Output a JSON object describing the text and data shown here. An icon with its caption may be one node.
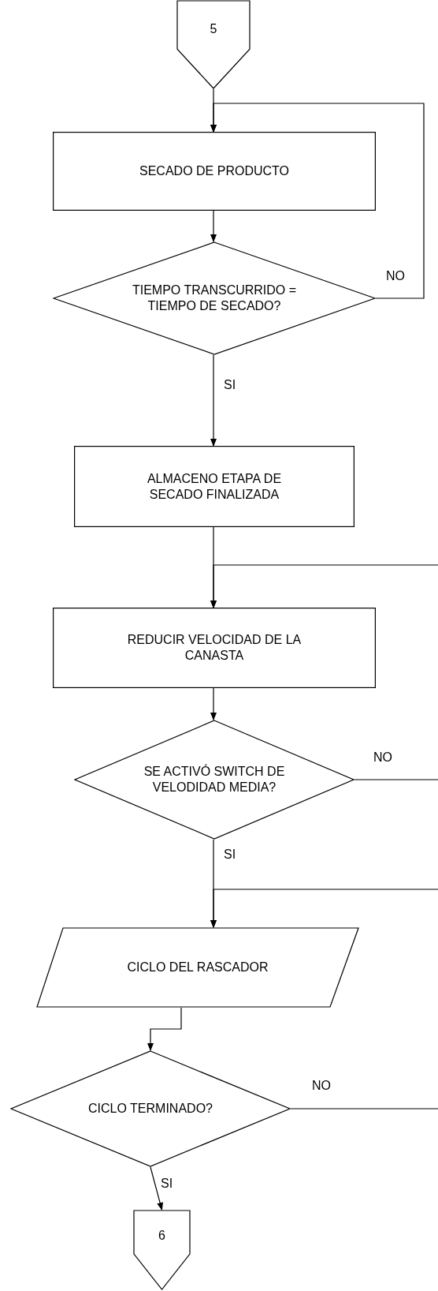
{
  "diagram": {
    "nodes": [
      {
        "text": [
          "5"
        ]
      },
      {
        "text": [
          "SECADO DE PRODUCTO"
        ]
      },
      {
        "text": [
          "TIEMPO TRANSCURRIDO = TIEMPO DE SECADO?"
        ]
      },
      {
        "text": [
          "ALMACENO ETAPA DE SECADO FINALIZADA"
        ]
      },
      {
        "text": [
          "REDUCIR VELOCIDAD DE LA CANASTA"
        ]
      },
      {
        "text": [
          "SE ACTIVÓ SWITCH DE VELODIDAD MEDIA?"
        ]
      },
      {
        "text": [
          "CICLO DEL RASCADOR"
        ]
      },
      {
        "text": [
          "CICLO TERMINADO?"
        ]
      },
      {
        "text": [
          "6"
        ]
      }
    ],
    "edges": [
      {
        "from": 0,
        "to": 1,
        "arrow": "to"
      },
      {
        "from": 1,
        "to": 2,
        "arrow": "to"
      },
      {
        "from": 2,
        "to": 1,
        "arrow": "to",
        "label": "NO"
      },
      {
        "from": 2,
        "to": 3,
        "arrow": "to",
        "label": "SI"
      },
      {
        "from": 3,
        "to": 4,
        "arrow": "to"
      },
      {
        "from": 4,
        "to": 5,
        "arrow": "to"
      },
      {
        "from": 5,
        "to": null,
        "arrow": "none",
        "label": "NO"
      },
      {
        "from": null,
        "to": 4,
        "arrow": "to"
      },
      {
        "from": 5,
        "to": 6,
        "arrow": "to",
        "label": "SI"
      },
      {
        "from": null,
        "to": 6,
        "arrow": "to"
      },
      {
        "from": 6,
        "to": 7,
        "arrow": "to"
      },
      {
        "from": 7,
        "to": 8,
        "arrow": "to",
        "label": "SI"
      },
      {
        "from": 7,
        "to": null,
        "arrow": "none",
        "label": "NO"
      }
    ]
  }
}
